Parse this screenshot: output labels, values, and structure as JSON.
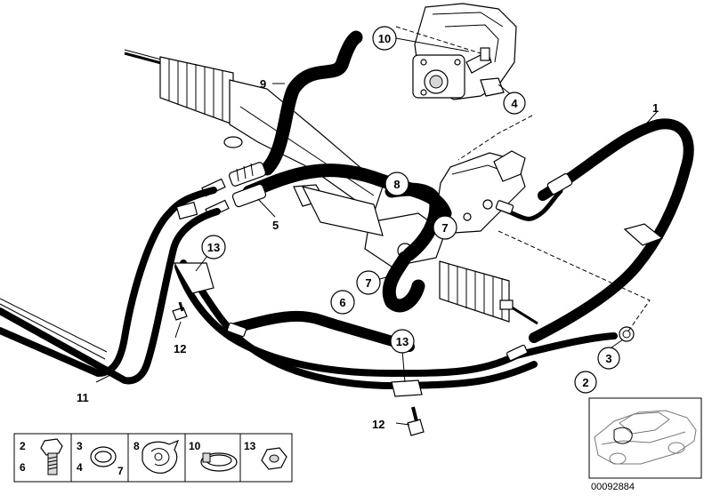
{
  "callouts": {
    "c1": "1",
    "c2": "2",
    "c3": "3",
    "c4": "4",
    "c5": "5",
    "c6": "6",
    "c7a": "7",
    "c7b": "7",
    "c8": "8",
    "c9": "9",
    "c10": "10",
    "c11": "11",
    "c12a": "12",
    "c12b": "12",
    "c13a": "13",
    "c13b": "13"
  },
  "legend": {
    "cells": [
      {
        "top": "2",
        "bottom": "6",
        "icon": "banjo-bolt-icon"
      },
      {
        "top": "3",
        "bottom": "4",
        "side": "7",
        "icon": "seal-ring-icon"
      },
      {
        "top": "8",
        "icon": "hose-clip-icon"
      },
      {
        "top": "10",
        "icon": "hose-clamp-icon"
      },
      {
        "top": "13",
        "icon": "hex-nut-icon"
      }
    ]
  },
  "car_thumbnail": {
    "icon": "sedan-car-icon"
  },
  "diagram_number": "00092884"
}
